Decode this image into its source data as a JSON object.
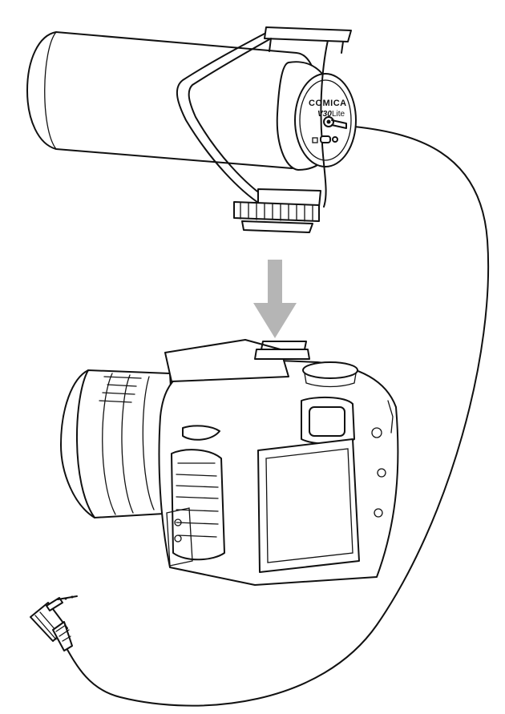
{
  "microphone": {
    "brand": "COMICA",
    "model_bold": "V30",
    "model_light": "Lite"
  },
  "colors": {
    "ink": "#111111",
    "arrow": "#b5b5b5",
    "background": "#ffffff"
  },
  "icons": {
    "arrow": "down-arrow-icon",
    "plug": "trs-plug-icon"
  }
}
